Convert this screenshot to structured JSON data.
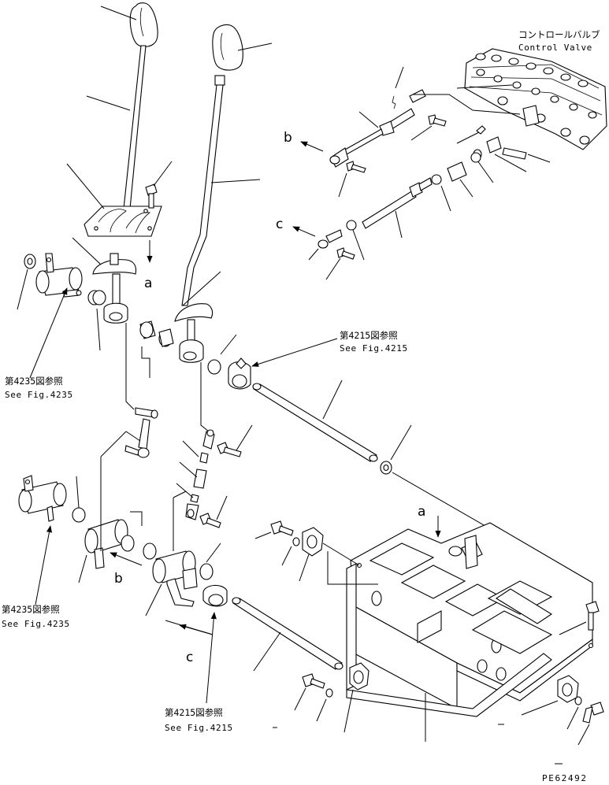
{
  "figure": {
    "control_valve": {
      "label_jp": "コントロールバルブ",
      "label_en": "Control Valve"
    },
    "callouts": {
      "a_top": "a",
      "b_top": "b",
      "c_top": "c",
      "a_frame": "a",
      "b_bottom": "b",
      "c_bottom": "c"
    },
    "references": [
      {
        "jp": "第4215図参照",
        "en": "See Fig.4215"
      },
      {
        "jp": "第4235図参照",
        "en": "See Fig.4235"
      },
      {
        "jp": "第4235図参照",
        "en": "See Fig.4235"
      },
      {
        "jp": "第4215図参照",
        "en": "See Fig.4215"
      }
    ],
    "drawing_code": "PE62492"
  }
}
